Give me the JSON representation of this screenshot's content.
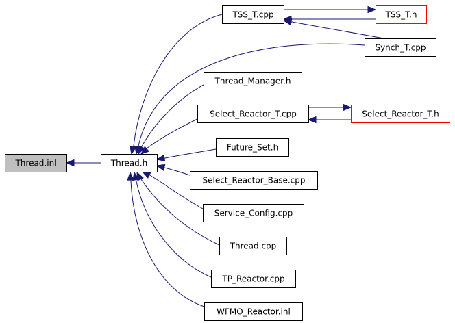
{
  "graph": {
    "nodes": [
      {
        "id": "thread_inl",
        "label": "Thread.inl",
        "style": "highlight"
      },
      {
        "id": "thread_h",
        "label": "Thread.h",
        "style": "normal"
      },
      {
        "id": "tss_t_cpp",
        "label": "TSS_T.cpp",
        "style": "normal"
      },
      {
        "id": "tss_t_h",
        "label": "TSS_T.h",
        "style": "truncated"
      },
      {
        "id": "synch_t_cpp",
        "label": "Synch_T.cpp",
        "style": "normal"
      },
      {
        "id": "thread_manager_h",
        "label": "Thread_Manager.h",
        "style": "normal"
      },
      {
        "id": "select_reactor_t_cpp",
        "label": "Select_Reactor_T.cpp",
        "style": "normal"
      },
      {
        "id": "select_reactor_t_h",
        "label": "Select_Reactor_T.h",
        "style": "truncated"
      },
      {
        "id": "future_set_h",
        "label": "Future_Set.h",
        "style": "normal"
      },
      {
        "id": "select_reactor_base_cpp",
        "label": "Select_Reactor_Base.cpp",
        "style": "normal"
      },
      {
        "id": "service_config_cpp",
        "label": "Service_Config.cpp",
        "style": "normal"
      },
      {
        "id": "thread_cpp",
        "label": "Thread.cpp",
        "style": "normal"
      },
      {
        "id": "tp_reactor_cpp",
        "label": "TP_Reactor.cpp",
        "style": "normal"
      },
      {
        "id": "wfmo_reactor_inl",
        "label": "WFMO_Reactor.inl",
        "style": "normal"
      }
    ],
    "edges": [
      {
        "from": "thread_h",
        "to": "thread_inl"
      },
      {
        "from": "tss_t_cpp",
        "to": "thread_h"
      },
      {
        "from": "synch_t_cpp",
        "to": "thread_h"
      },
      {
        "from": "thread_manager_h",
        "to": "thread_h"
      },
      {
        "from": "select_reactor_t_cpp",
        "to": "thread_h"
      },
      {
        "from": "future_set_h",
        "to": "thread_h"
      },
      {
        "from": "select_reactor_base_cpp",
        "to": "thread_h"
      },
      {
        "from": "service_config_cpp",
        "to": "thread_h"
      },
      {
        "from": "thread_cpp",
        "to": "thread_h"
      },
      {
        "from": "tp_reactor_cpp",
        "to": "thread_h"
      },
      {
        "from": "wfmo_reactor_inl",
        "to": "thread_h"
      },
      {
        "from": "tss_t_cpp",
        "to": "tss_t_h"
      },
      {
        "from": "tss_t_h",
        "to": "tss_t_cpp"
      },
      {
        "from": "synch_t_cpp",
        "to": "tss_t_cpp"
      },
      {
        "from": "select_reactor_t_cpp",
        "to": "select_reactor_t_h"
      },
      {
        "from": "select_reactor_t_h",
        "to": "select_reactor_t_cpp"
      }
    ],
    "colors": {
      "edge": "#191970",
      "highlight_fill": "#bfbfbf",
      "normal_border": "#000000",
      "truncated_border": "#ff0000"
    }
  }
}
